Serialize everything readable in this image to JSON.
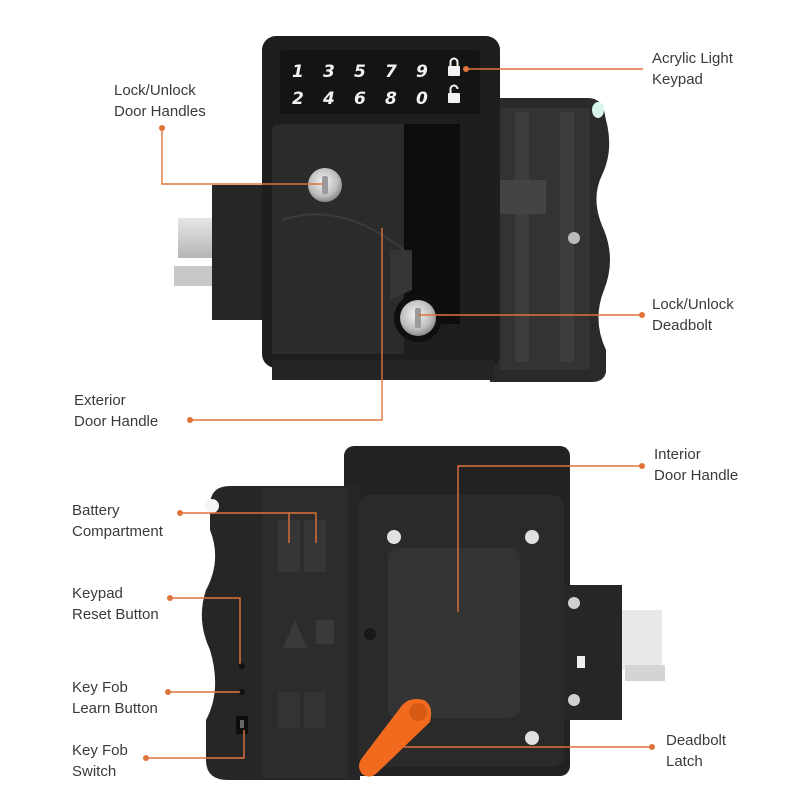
{
  "callouts": {
    "acrylic_keypad": "Acrylic Light\nKeypad",
    "lock_unlock_handles": "Lock/Unlock\nDoor Handles",
    "lock_unlock_deadbolt": "Lock/Unlock\nDeadbolt",
    "exterior_handle": "Exterior\nDoor Handle",
    "interior_handle": "Interior\nDoor Handle",
    "battery_compartment": "Battery\nCompartment",
    "keypad_reset": "Keypad\nReset Button",
    "key_fob_learn": "Key Fob\nLearn Button",
    "key_fob_switch": "Key Fob\nSwitch",
    "deadbolt_latch": "Deadbolt\nLatch"
  },
  "keypad": {
    "row1": [
      "1",
      "3",
      "5",
      "7",
      "9"
    ],
    "row2": [
      "2",
      "4",
      "6",
      "8",
      "0"
    ]
  },
  "colors": {
    "accent": "#e0733a",
    "lock_body": "#1e1e1e",
    "latch": "#f26a1e"
  }
}
